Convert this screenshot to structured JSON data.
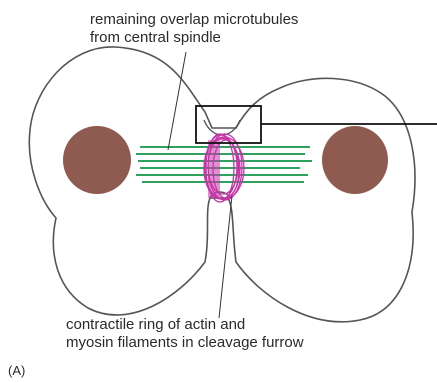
{
  "labels": {
    "top_line1": "remaining overlap microtubules",
    "top_line2": "from central spindle",
    "bottom_line1": "contractile ring of actin and",
    "bottom_line2": "myosin filaments in cleavage furrow",
    "panel": "(A)"
  },
  "colors": {
    "cell_outline": "#444444",
    "nucleus": "#8f5a4f",
    "microtubule": "#2fa25f",
    "contractile_ring": "#c735a7",
    "text": "#2a2a2a"
  }
}
